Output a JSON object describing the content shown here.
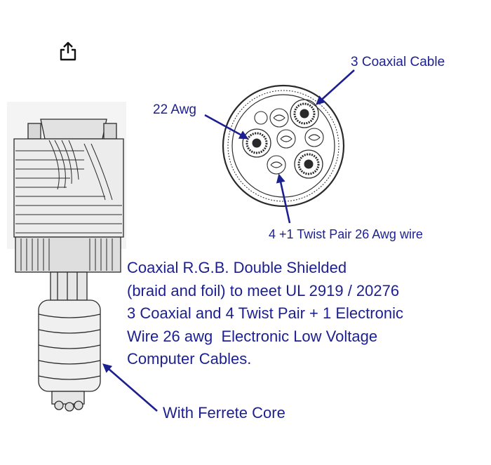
{
  "labels": {
    "coaxial_cable": "3 Coaxial Cable",
    "awg22": "22 Awg",
    "twist_pair": "4 +1 Twist Pair 26 Awg wire",
    "ferrite": "With Ferrete Core"
  },
  "description": [
    "Coaxial R.G.B. Double Shielded",
    "(braid and foil) to meet UL 2919 / 20276",
    "3 Coaxial and 4 Twist Pair + 1 Electronic",
    "Wire 26 awg  Electronic Low Voltage",
    "Computer Cables."
  ],
  "colors": {
    "annotation": "#1c1f8f",
    "line_art": "#2a2a2a",
    "background": "#ffffff"
  },
  "icons": {
    "share": "share-icon"
  }
}
